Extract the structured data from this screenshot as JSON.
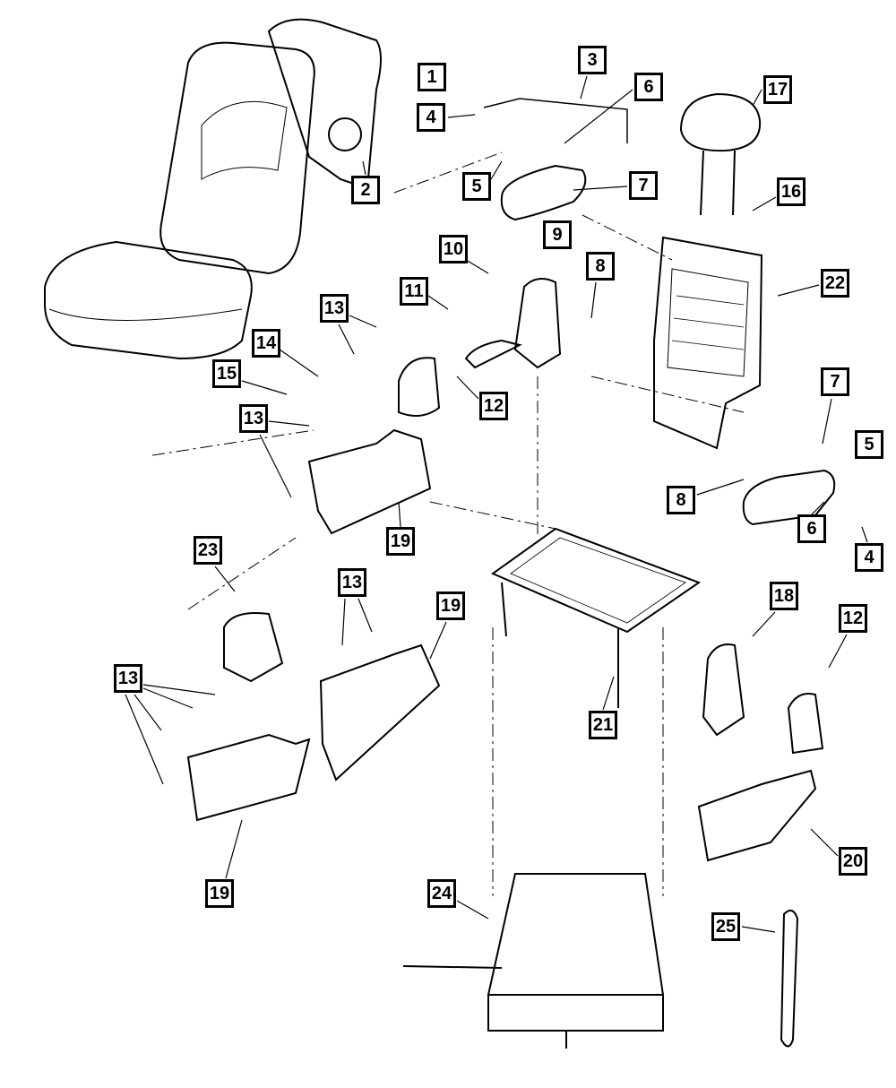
{
  "diagram": {
    "callouts": [
      "1",
      "3",
      "4",
      "6",
      "17",
      "5",
      "7",
      "16",
      "2",
      "9",
      "10",
      "8",
      "22",
      "11",
      "13",
      "14",
      "15",
      "12",
      "13",
      "7",
      "5",
      "8",
      "19",
      "6",
      "4",
      "23",
      "13",
      "19",
      "18",
      "12",
      "13",
      "21",
      "20",
      "19",
      "24",
      "25"
    ]
  },
  "colors": {
    "ink": "#000000",
    "background": "#ffffff"
  }
}
